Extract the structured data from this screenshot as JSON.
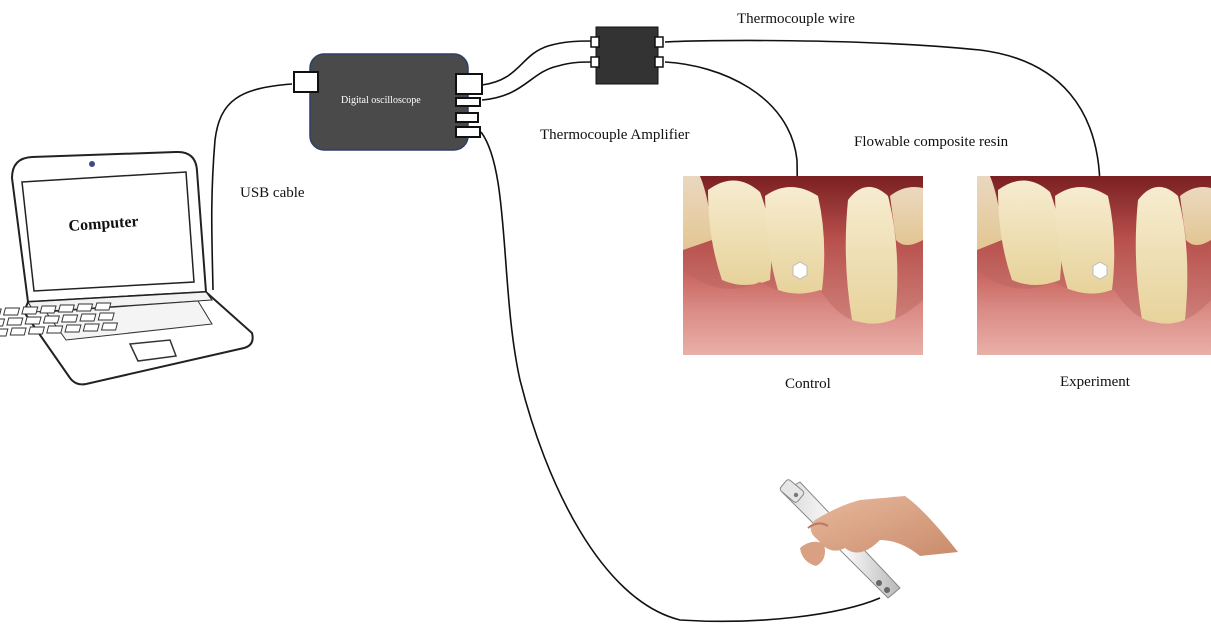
{
  "labels": {
    "computer": "Computer",
    "usb_cable": "USB cable",
    "oscilloscope": "Digital oscilloscope",
    "thermocouple_wire": "Thermocouple wire",
    "thermocouple_amplifier": "Thermocouple Amplifier",
    "flowable_resin": "Flowable composite resin",
    "control": "Control",
    "experiment": "Experiment"
  },
  "colors": {
    "oscilloscope_body": "#4a4a4a",
    "oscilloscope_border": "#2c3e6b",
    "amplifier_body": "#333333",
    "wire": "#111111",
    "gum": "#d9877e",
    "tooth": "#efe2b8"
  }
}
